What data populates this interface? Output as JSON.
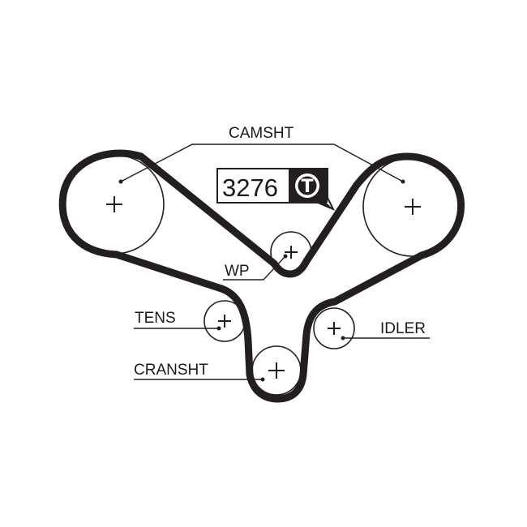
{
  "diagram": {
    "part_code": "3276",
    "badge_letter": "T",
    "labels": {
      "camshaft": "CAMSHT",
      "water_pump": "WP",
      "tensioner": "TENS",
      "idler": "IDLER",
      "crankshaft": "CRANSHT"
    }
  },
  "colors": {
    "belt": "#231f20",
    "line": "#231f20",
    "background": "#ffffff"
  }
}
